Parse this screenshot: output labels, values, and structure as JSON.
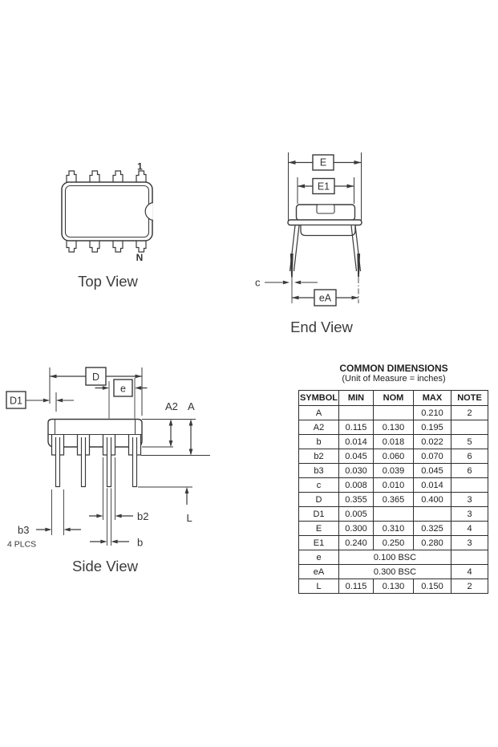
{
  "drawing": {
    "top_view": {
      "caption": "Top View",
      "pin1_label": "1",
      "pinN_label": "N"
    },
    "end_view": {
      "caption": "End View",
      "labels": {
        "E": "E",
        "E1": "E1",
        "eA": "eA",
        "c": "c"
      }
    },
    "side_view": {
      "caption": "Side View",
      "labels": {
        "D": "D",
        "D1": "D1",
        "e": "e",
        "A": "A",
        "A2": "A2",
        "L": "L",
        "b": "b",
        "b2": "b2",
        "b3": "b3"
      },
      "plcs_note": "4 PLCS"
    }
  },
  "table": {
    "title": "COMMON DIMENSIONS",
    "subtitle": "(Unit of Measure = inches)",
    "headers": [
      "SYMBOL",
      "MIN",
      "NOM",
      "MAX",
      "NOTE"
    ],
    "rows": [
      {
        "symbol": "A",
        "min": "",
        "nom": "",
        "max": "0.210",
        "note": "2"
      },
      {
        "symbol": "A2",
        "min": "0.115",
        "nom": "0.130",
        "max": "0.195",
        "note": ""
      },
      {
        "symbol": "b",
        "min": "0.014",
        "nom": "0.018",
        "max": "0.022",
        "note": "5"
      },
      {
        "symbol": "b2",
        "min": "0.045",
        "nom": "0.060",
        "max": "0.070",
        "note": "6"
      },
      {
        "symbol": "b3",
        "min": "0.030",
        "nom": "0.039",
        "max": "0.045",
        "note": "6"
      },
      {
        "symbol": "c",
        "min": "0.008",
        "nom": "0.010",
        "max": "0.014",
        "note": ""
      },
      {
        "symbol": "D",
        "min": "0.355",
        "nom": "0.365",
        "max": "0.400",
        "note": "3"
      },
      {
        "symbol": "D1",
        "min": "0.005",
        "nom": "",
        "max": "",
        "note": "3"
      },
      {
        "symbol": "E",
        "min": "0.300",
        "nom": "0.310",
        "max": "0.325",
        "note": "4"
      },
      {
        "symbol": "E1",
        "min": "0.240",
        "nom": "0.250",
        "max": "0.280",
        "note": "3"
      },
      {
        "symbol": "e",
        "bsc": "0.100 BSC",
        "note": ""
      },
      {
        "symbol": "eA",
        "bsc": "0.300 BSC",
        "note": "4"
      },
      {
        "symbol": "L",
        "min": "0.115",
        "nom": "0.130",
        "max": "0.150",
        "note": "2"
      }
    ]
  },
  "colors": {
    "background": "#ffffff",
    "line": "#3a3a3a",
    "text": "#2e2e2e"
  }
}
